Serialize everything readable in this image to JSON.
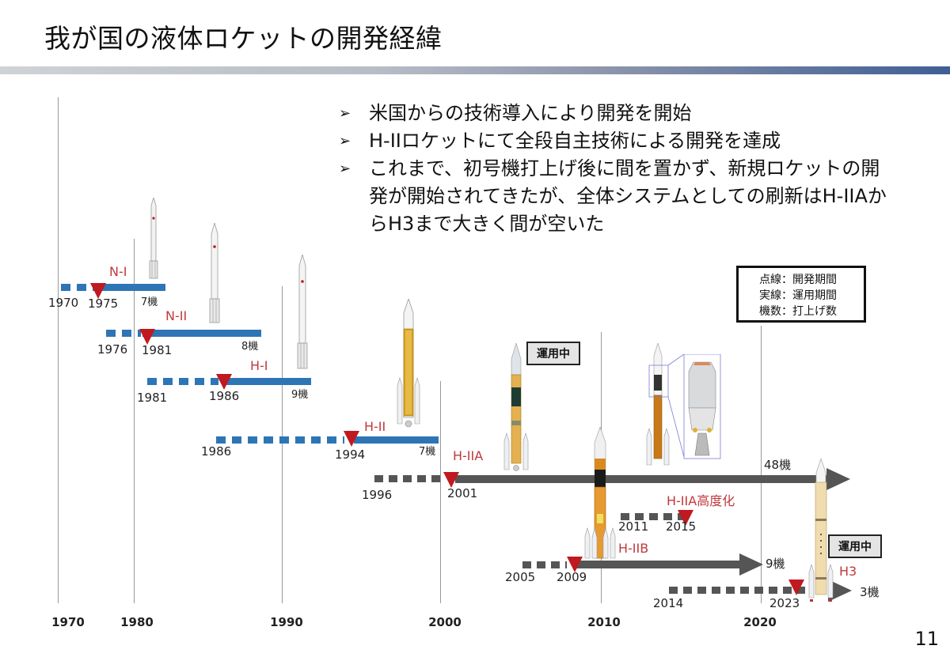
{
  "slide": {
    "title": "我が国の液体ロケットの開発経緯",
    "page_number": "11",
    "accent_colors": {
      "dev_period": "#2e75b6",
      "current_rocket": "#555555",
      "first_launch_marker": "#c0191f",
      "rocket_name": "#c0393b"
    }
  },
  "bullets": [
    {
      "marker": "➢",
      "text": "米国からの技術導入により開発を開始"
    },
    {
      "marker": "➢",
      "text": "H-IIロケットにて全段自主技術による開発を達成"
    },
    {
      "marker": "➢",
      "text": "これまで、初号機打上げ後に間を置かず、新規ロケットの開発が開始されてきたが、全体システムとしての刷新はH-IIAからH3まで大きく間が空いた"
    }
  ],
  "legend": {
    "line1": "点線：開発期間",
    "line2": "実線：運用期間",
    "line3": "機数：打上げ数"
  },
  "status_labels": {
    "h2a": "運用中",
    "h3": "運用中"
  },
  "chart_data": {
    "type": "timeline",
    "title": "我が国の液体ロケットの開発経緯",
    "x_axis": {
      "ticks": [
        "1970",
        "1980",
        "1990",
        "2000",
        "2010",
        "2020"
      ]
    },
    "legend": [
      "点線：開発期間",
      "実線：運用期間",
      "機数：打上げ数"
    ],
    "rockets": [
      {
        "name": "N-I",
        "dev_start": "1970",
        "first_launch": "1975",
        "launches": "7機",
        "color": "#2e75b6",
        "status": "retired"
      },
      {
        "name": "N-II",
        "dev_start": "1976",
        "first_launch": "1981",
        "launches": "8機",
        "color": "#2e75b6",
        "status": "retired"
      },
      {
        "name": "H-I",
        "dev_start": "1981",
        "first_launch": "1986",
        "launches": "9機",
        "color": "#2e75b6",
        "status": "retired"
      },
      {
        "name": "H-II",
        "dev_start": "1986",
        "first_launch": "1994",
        "launches": "7機",
        "color": "#2e75b6",
        "status": "retired"
      },
      {
        "name": "H-IIA",
        "dev_start": "1996",
        "first_launch": "2001",
        "launches": "48機",
        "color": "#555555",
        "status": "運用中"
      },
      {
        "name": "H-IIA高度化",
        "dev_start": "2011",
        "first_launch": "2015",
        "launches": "",
        "color": "#555555",
        "status": ""
      },
      {
        "name": "H-IIB",
        "dev_start": "2005",
        "first_launch": "2009",
        "launches": "9機",
        "color": "#555555",
        "status": "retired"
      },
      {
        "name": "H3",
        "dev_start": "2014",
        "first_launch": "2023",
        "launches": "3機",
        "color": "#555555",
        "status": "運用中"
      }
    ]
  }
}
